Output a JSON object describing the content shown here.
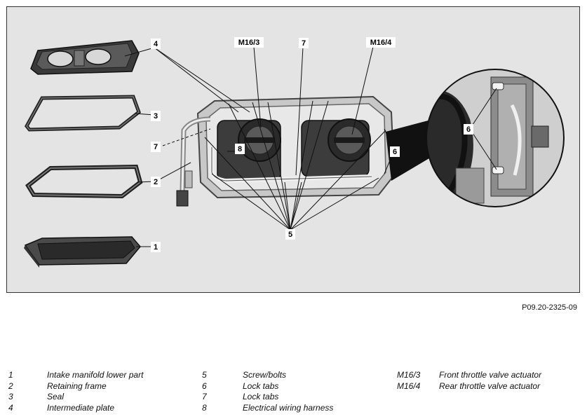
{
  "figure": {
    "callouts": {
      "c1": "1",
      "c2": "2",
      "c3": "3",
      "c4": "4",
      "c5": "5",
      "c6a": "6",
      "c6b": "6",
      "c7a": "7",
      "c7b": "7",
      "c8": "8",
      "m163": "M16/3",
      "m164": "M16/4"
    },
    "code": "P09.20-2325-09"
  },
  "legend": [
    {
      "num": "1",
      "label": "Intake manifold lower part"
    },
    {
      "num": "2",
      "label": "Retaining frame"
    },
    {
      "num": "3",
      "label": "Seal"
    },
    {
      "num": "4",
      "label": "Intermediate plate"
    },
    {
      "num": "5",
      "label": "Screw/bolts"
    },
    {
      "num": "6",
      "label": "Lock tabs"
    },
    {
      "num": "7",
      "label": "Lock tabs"
    },
    {
      "num": "8",
      "label": "Electrical wiring harness"
    },
    {
      "num": "M16/3",
      "label": "Front throttle valve actuator"
    },
    {
      "num": "M16/4",
      "label": "Rear throttle valve actuator"
    }
  ]
}
